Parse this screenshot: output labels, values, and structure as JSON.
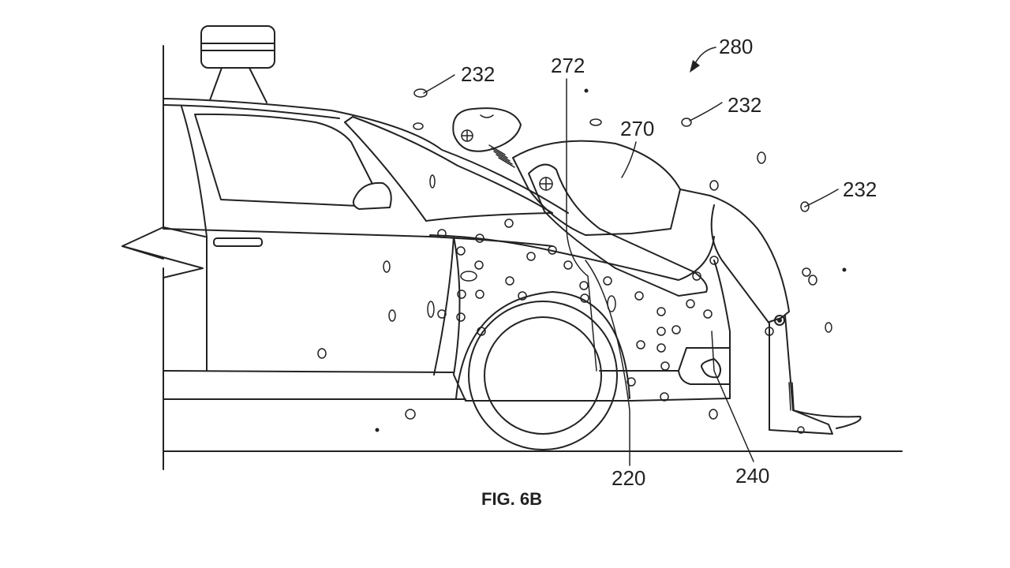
{
  "figure": {
    "caption": "FIG. 6B",
    "description": "Patent drawing: autonomous vehicle with roof sensor; pedestrian dummy adhered to sticky hood layer after impact, with debris particles",
    "colors": {
      "line": "#222222",
      "background": "#ffffff"
    },
    "reference_numerals": [
      {
        "id": "ref-280",
        "label": "280",
        "points_to": "overall-system-arrow"
      },
      {
        "id": "ref-272",
        "label": "272",
        "points_to": "leader-line-vertical"
      },
      {
        "id": "ref-270",
        "label": "270",
        "points_to": "pedestrian-torso"
      },
      {
        "id": "ref-232-a",
        "label": "232",
        "points_to": "debris-particle"
      },
      {
        "id": "ref-232-b",
        "label": "232",
        "points_to": "debris-particle"
      },
      {
        "id": "ref-232-c",
        "label": "232",
        "points_to": "debris-particle"
      },
      {
        "id": "ref-220",
        "label": "220",
        "points_to": "hood-front-fender"
      },
      {
        "id": "ref-240",
        "label": "240",
        "points_to": "front-bumper"
      }
    ]
  }
}
